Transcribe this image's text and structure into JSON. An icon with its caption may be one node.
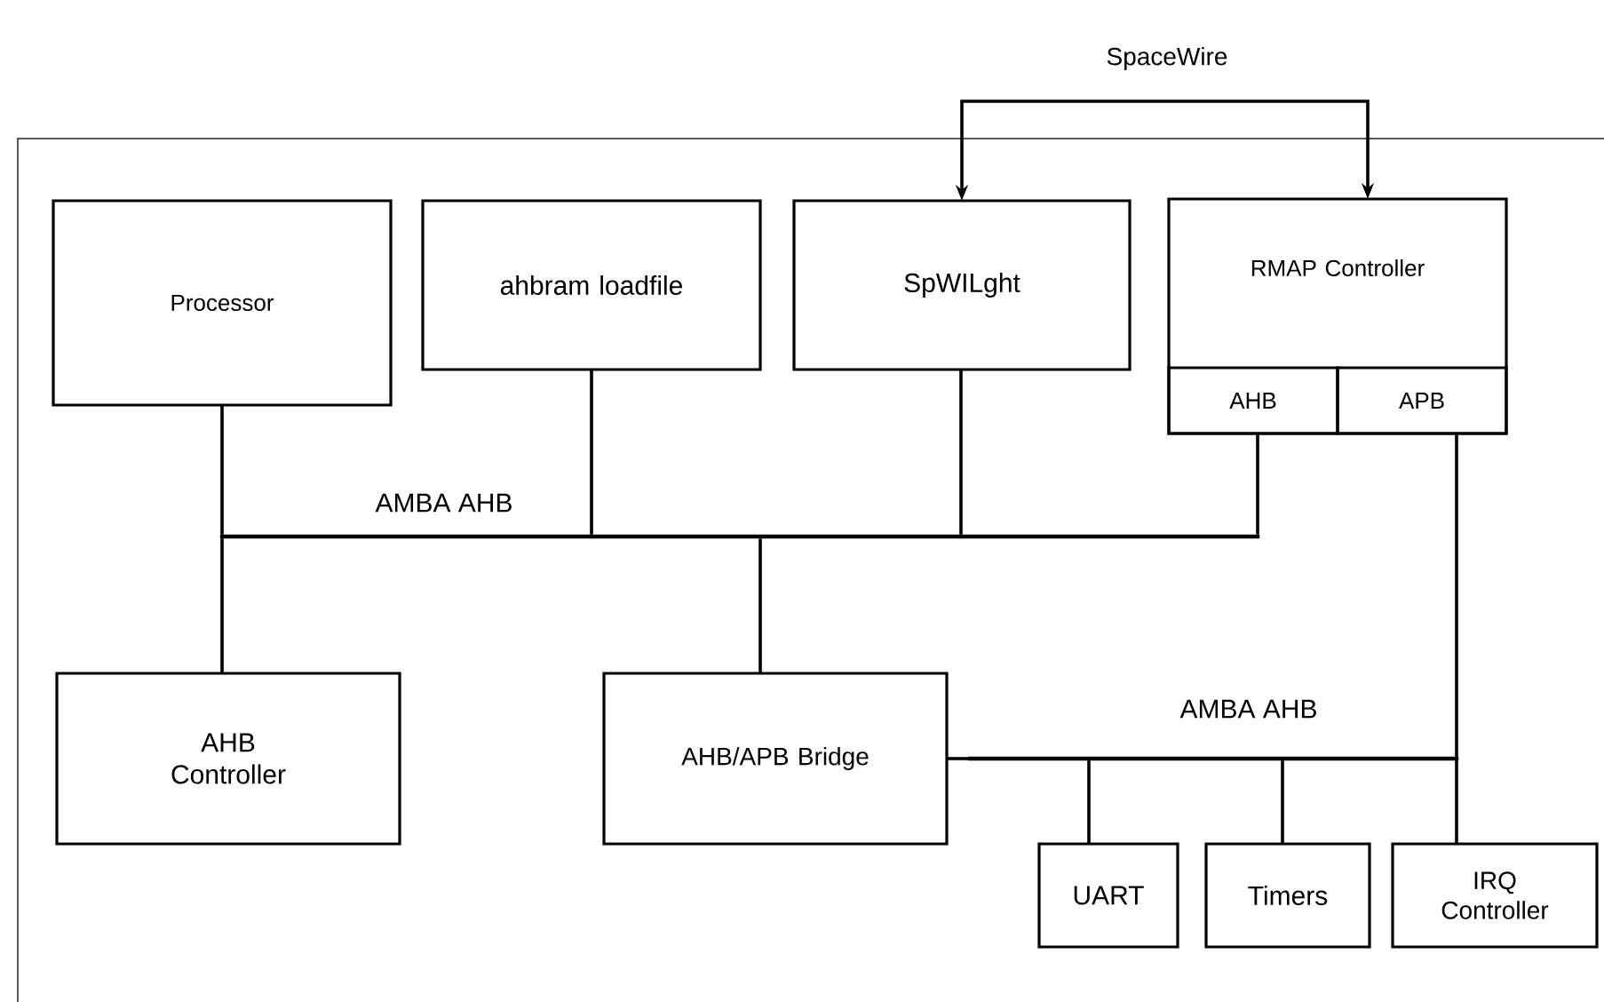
{
  "diagram": {
    "nodes": [
      {
        "text": [
          "Processor"
        ]
      },
      {
        "text": [
          "ahbram loadfile"
        ]
      },
      {
        "text": [
          "SpWILght"
        ]
      },
      {
        "text": [
          "RMAP Controller"
        ]
      },
      {
        "text": [
          "AHB"
        ],
        "in": 3
      },
      {
        "text": [
          "APB"
        ],
        "in": 3
      },
      {
        "text": [],
        "shape": "bar",
        "beside": [
          "AMBA AHB"
        ]
      },
      {
        "text": [
          "AHB Controller"
        ]
      },
      {
        "text": [
          "AHB/APB Bridge"
        ]
      },
      {
        "text": [],
        "shape": "bar",
        "beside": [
          "AMBA AHB"
        ]
      },
      {
        "text": [
          "UART"
        ]
      },
      {
        "text": [
          "Timers"
        ]
      },
      {
        "text": [
          "IRQ Controller"
        ]
      }
    ],
    "edges": [
      {
        "from": 2,
        "to": 3,
        "arrow": "both",
        "label": "SpaceWire"
      },
      {
        "from": 0,
        "to": 6,
        "arrow": "none"
      },
      {
        "from": 1,
        "to": 6,
        "arrow": "none"
      },
      {
        "from": 2,
        "to": 6,
        "arrow": "none"
      },
      {
        "from": 4,
        "to": 6,
        "arrow": "none"
      },
      {
        "from": 7,
        "to": 6,
        "arrow": "none"
      },
      {
        "from": 8,
        "to": 6,
        "arrow": "none"
      },
      {
        "from": 8,
        "to": 9,
        "arrow": "none"
      },
      {
        "from": 5,
        "to": 12,
        "arrow": "none"
      },
      {
        "from": 10,
        "to": 9,
        "arrow": "none"
      },
      {
        "from": 11,
        "to": 9,
        "arrow": "none"
      }
    ]
  }
}
